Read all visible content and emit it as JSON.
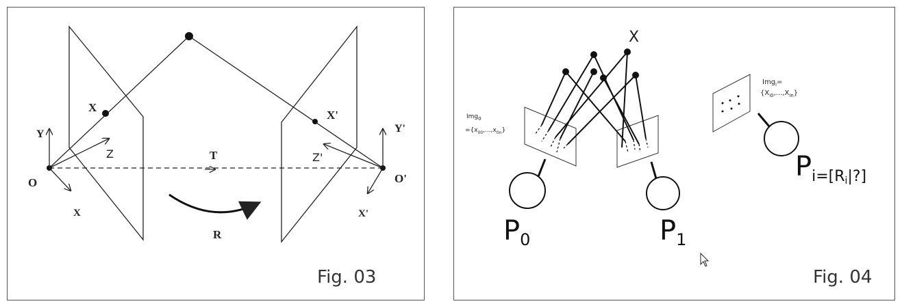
{
  "fig3": {
    "caption": "Fig. 03",
    "labels": {
      "X_point": "X",
      "X_point_prime": "X'",
      "Y": "Y",
      "Z": "Z",
      "O": "O",
      "X_axis": "X",
      "T": "T",
      "R": "R",
      "Y_prime": "Y'",
      "Z_prime": "Z'",
      "O_prime": "O'",
      "X_axis_prime": "X'"
    }
  },
  "fig4": {
    "caption": "Fig. 04",
    "labels": {
      "X": "X",
      "img0_top": "Img",
      "img0_sub": "0",
      "img0_bottom_prefix": "={x",
      "img0_bottom_mid1": ",...,x",
      "img0_bottom_suffix": "}",
      "img0_sub_a": "00",
      "img0_sub_b": "0n",
      "imgi_top": "Img",
      "imgi_sub": "i",
      "imgi_top_suffix": "=",
      "imgi_bottom_prefix": "{X",
      "imgi_bottom_mid": ",...,X",
      "imgi_bottom_suffix": "}",
      "imgi_sub_a": "i0",
      "imgi_sub_b": "in",
      "P0": "P",
      "P0_sub": "0",
      "P1": "P",
      "P1_sub": "1",
      "Pi": "P",
      "Pi_sub": "i=[R",
      "Pi_sub_i": "i",
      "Pi_sub_end": "|?]"
    }
  }
}
